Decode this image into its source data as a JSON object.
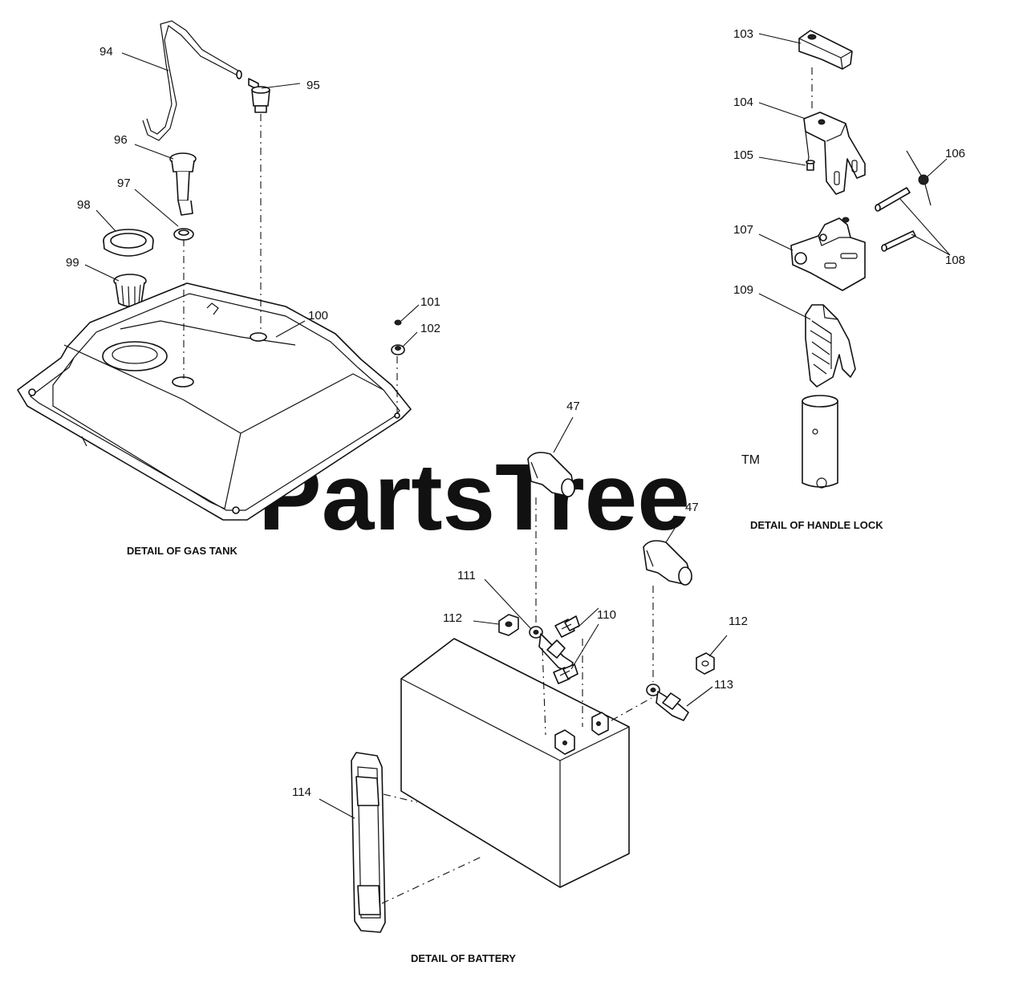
{
  "watermark": {
    "text": "PartsTree",
    "tm": "TM"
  },
  "captions": {
    "gas_tank": "DETAIL OF GAS TANK",
    "handle_lock": "DETAIL OF HANDLE LOCK",
    "battery": "DETAIL OF BATTERY"
  },
  "labels": {
    "l94": "94",
    "l95": "95",
    "l96": "96",
    "l97": "97",
    "l98": "98",
    "l99": "99",
    "l100": "100",
    "l101": "101",
    "l102": "102",
    "l103": "103",
    "l104": "104",
    "l105": "105",
    "l106": "106",
    "l107": "107",
    "l108": "108",
    "l109": "109",
    "l47a": "47",
    "l47b": "47",
    "l110": "110",
    "l111": "111",
    "l112a": "112",
    "l112b": "112",
    "l113": "113",
    "l114": "114"
  }
}
